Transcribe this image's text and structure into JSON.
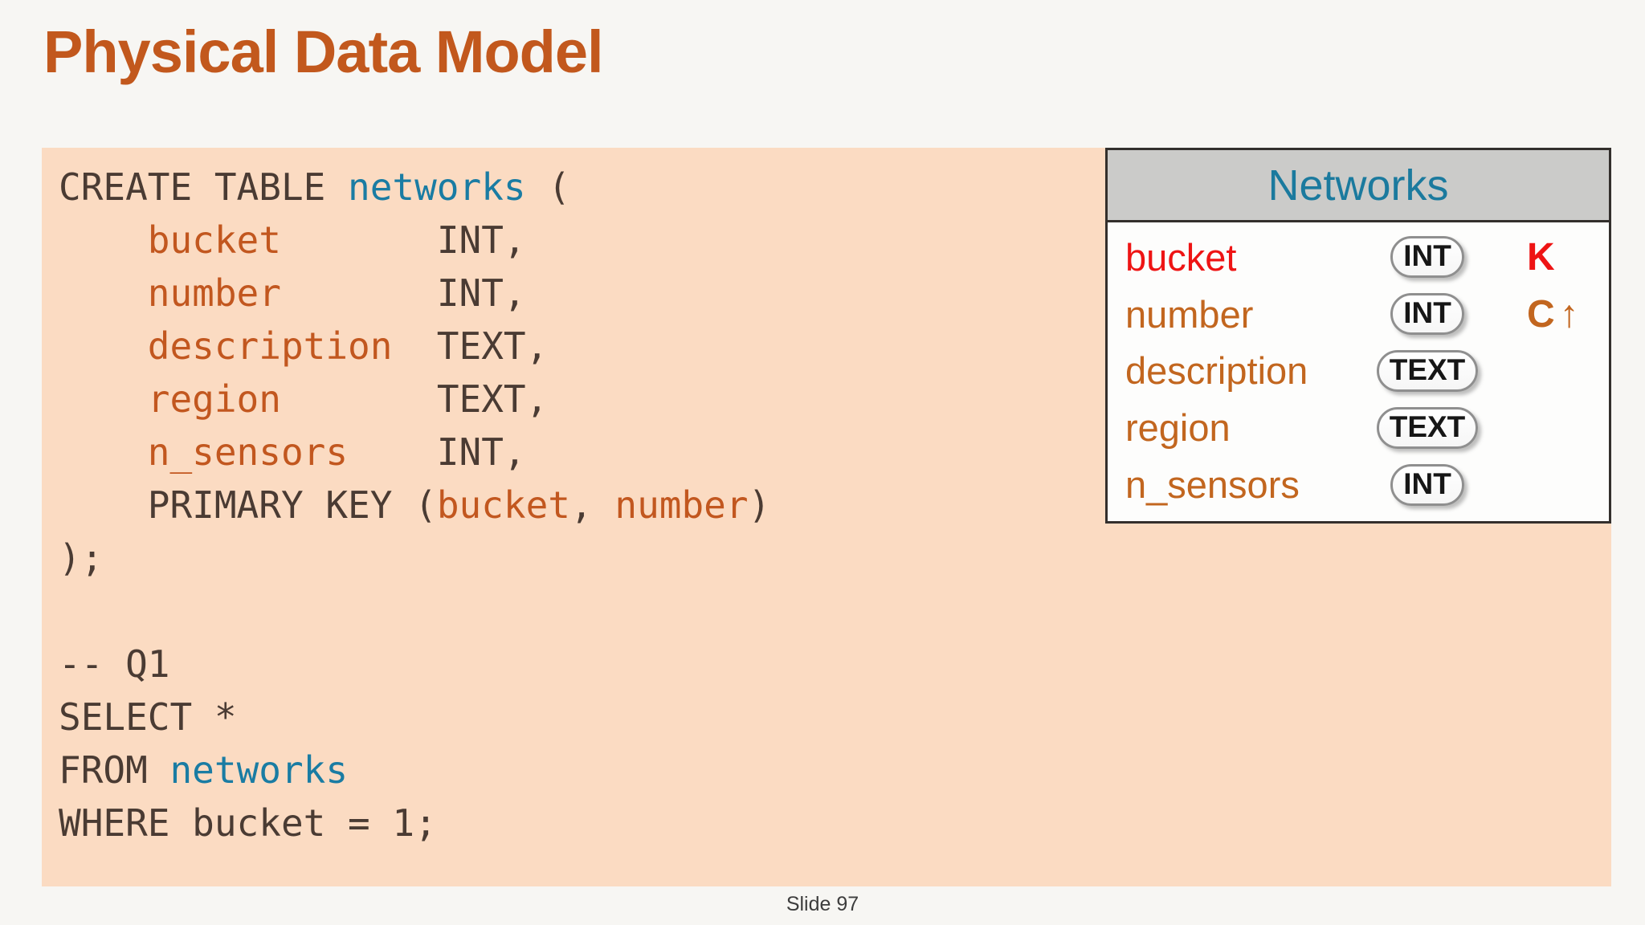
{
  "slide": {
    "title": "Physical Data Model"
  },
  "colors": {
    "page_bg": "#f7f6f3",
    "code_bg": "#fbdbc2",
    "title": "#c2581d",
    "code_text": "#4a3b33",
    "code_ident": "#c2571f",
    "code_table": "#1a7ca3",
    "table_border": "#332f2c",
    "header_bg": "#cbcbc9",
    "header_text": "#1b7a9e",
    "key_red": "#ee1414",
    "attr_orange": "#c2661f",
    "badge_border": "#8f8f8f",
    "footer_text": "#3d3d3d"
  },
  "code": {
    "lines": [
      [
        {
          "t": "CREATE TABLE ",
          "c": "k"
        },
        {
          "t": "networks",
          "c": "t"
        },
        {
          "t": " (",
          "c": "k"
        }
      ],
      [
        {
          "t": "    ",
          "c": "k"
        },
        {
          "t": "bucket",
          "c": "i"
        },
        {
          "t": "       INT,",
          "c": "k"
        }
      ],
      [
        {
          "t": "    ",
          "c": "k"
        },
        {
          "t": "number",
          "c": "i"
        },
        {
          "t": "       INT,",
          "c": "k"
        }
      ],
      [
        {
          "t": "    ",
          "c": "k"
        },
        {
          "t": "description",
          "c": "i"
        },
        {
          "t": "  TEXT,",
          "c": "k"
        }
      ],
      [
        {
          "t": "    ",
          "c": "k"
        },
        {
          "t": "region",
          "c": "i"
        },
        {
          "t": "       TEXT,",
          "c": "k"
        }
      ],
      [
        {
          "t": "    ",
          "c": "k"
        },
        {
          "t": "n_sensors",
          "c": "i"
        },
        {
          "t": "    INT,",
          "c": "k"
        }
      ],
      [
        {
          "t": "    PRIMARY KEY (",
          "c": "k"
        },
        {
          "t": "bucket",
          "c": "i"
        },
        {
          "t": ", ",
          "c": "k"
        },
        {
          "t": "number",
          "c": "i"
        },
        {
          "t": ")",
          "c": "k"
        }
      ],
      [
        {
          "t": ");",
          "c": "k"
        }
      ],
      [],
      [
        {
          "t": "-- Q1",
          "c": "k"
        }
      ],
      [
        {
          "t": "SELECT *",
          "c": "k"
        }
      ],
      [
        {
          "t": "FROM ",
          "c": "k"
        },
        {
          "t": "networks",
          "c": "t"
        }
      ],
      [
        {
          "t": "WHERE bucket = 1;",
          "c": "k"
        }
      ]
    ]
  },
  "table": {
    "title": "Networks",
    "rows": [
      {
        "name": "bucket",
        "name_color": "key_red",
        "type": "INT",
        "flag": "K",
        "flag_arrow": "",
        "flag_color": "key_red"
      },
      {
        "name": "number",
        "name_color": "attr_orange",
        "type": "INT",
        "flag": "C",
        "flag_arrow": "↑",
        "flag_color": "attr_orange"
      },
      {
        "name": "description",
        "name_color": "attr_orange",
        "type": "TEXT",
        "flag": "",
        "flag_arrow": "",
        "flag_color": ""
      },
      {
        "name": "region",
        "name_color": "attr_orange",
        "type": "TEXT",
        "flag": "",
        "flag_arrow": "",
        "flag_color": ""
      },
      {
        "name": "n_sensors",
        "name_color": "attr_orange",
        "type": "INT",
        "flag": "",
        "flag_arrow": "",
        "flag_color": ""
      }
    ]
  },
  "footer": {
    "slide_label": "Slide 97"
  }
}
